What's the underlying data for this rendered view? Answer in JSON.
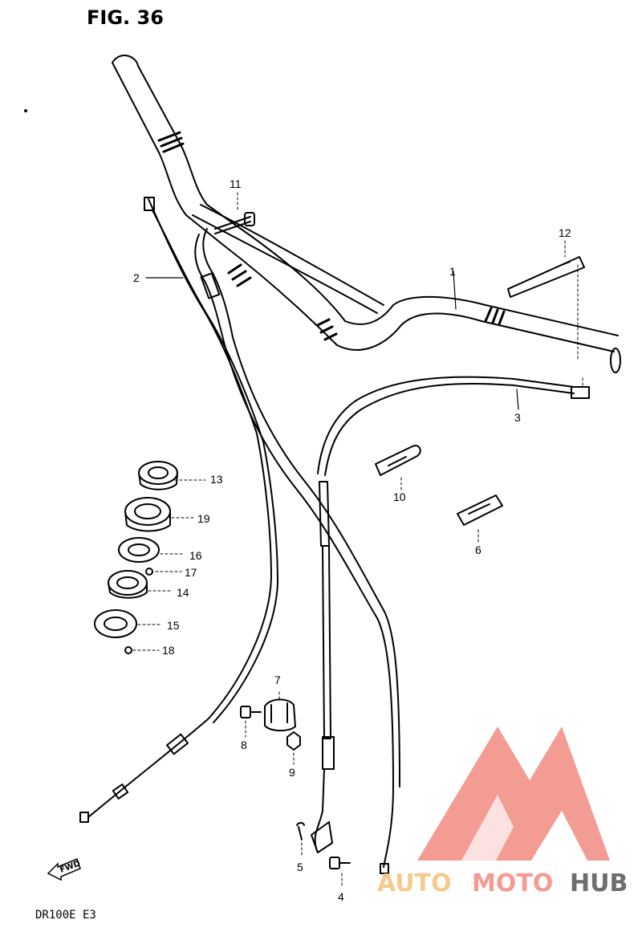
{
  "figure_title": "FIG. 36",
  "model_label": "DR100E E3",
  "fwd_label": "FWD",
  "callouts": {
    "c1": "1",
    "c2": "2",
    "c3": "3",
    "c4": "4",
    "c5": "5",
    "c6": "6",
    "c7": "7",
    "c8": "8",
    "c9": "9",
    "c10": "10",
    "c11": "11",
    "c12": "12",
    "c13": "13",
    "c14": "14",
    "c15": "15",
    "c16": "16",
    "c17": "17",
    "c18": "18",
    "c19": "19"
  },
  "watermark": {
    "part1": "AUTO",
    "part2": "MOTO",
    "part3": "HUB",
    "color_primary": "#f28b82",
    "color_secondary": "#f6c07a",
    "color_dark": "#555555"
  }
}
